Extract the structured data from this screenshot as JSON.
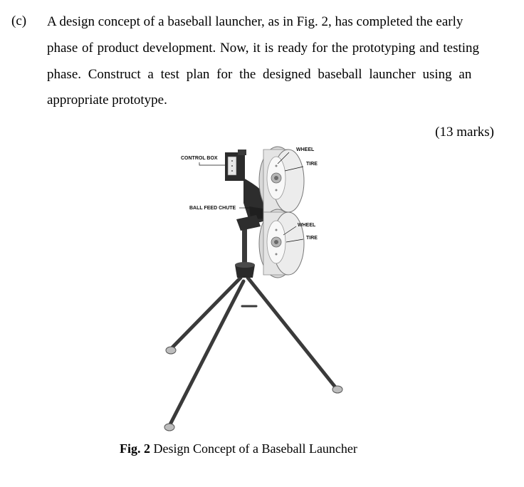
{
  "question": {
    "label": "(c)",
    "lines": [
      "A design concept of a baseball launcher, as in Fig. 2, has completed the early",
      "phase of product development. Now, it is ready for the prototyping and testing",
      "phase. Construct a test plan for the designed baseball launcher using an",
      "appropriate prototype."
    ],
    "marks": "(13 marks)"
  },
  "figure": {
    "labels": {
      "control_box": "CONTROL BOX",
      "ball_feed_chute": "BALL FEED CHUTE",
      "wheel_top": "WHEEL",
      "tire_top": "TIRE",
      "wheel_bottom": "WHEEL",
      "tire_bottom": "TIRE"
    },
    "caption_number": "Fig. 2",
    "caption_text": " Design Concept of a Baseball Launcher"
  }
}
